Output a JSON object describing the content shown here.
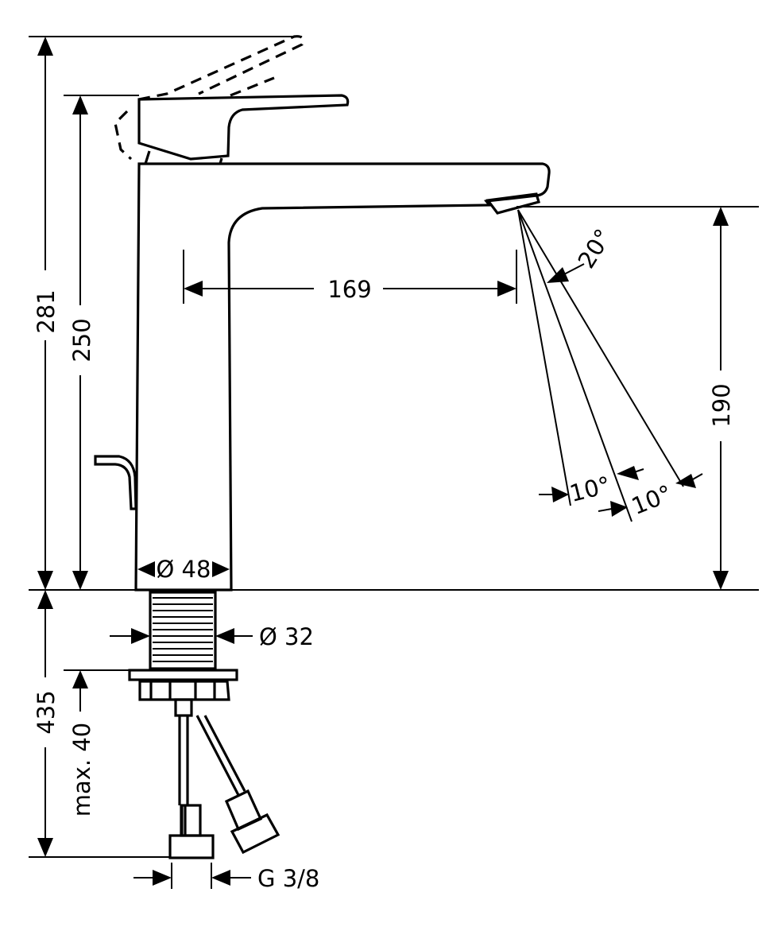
{
  "drawing": {
    "subject": "basin mixer tap dimensional drawing",
    "line_color": "#000000",
    "background_color": "#ffffff"
  },
  "dimensions": {
    "total_height": "281",
    "body_height": "250",
    "spout_reach": "169",
    "spout_height": "190",
    "spray_angle": "20°",
    "spray_angle_left": "10°",
    "spray_angle_right": "10°",
    "base_diameter": "Ø 48",
    "shank_diameter": "Ø 32",
    "under_counter_length": "435",
    "max_counter_thickness": "max. 40",
    "connection_thread": "G 3/8"
  }
}
